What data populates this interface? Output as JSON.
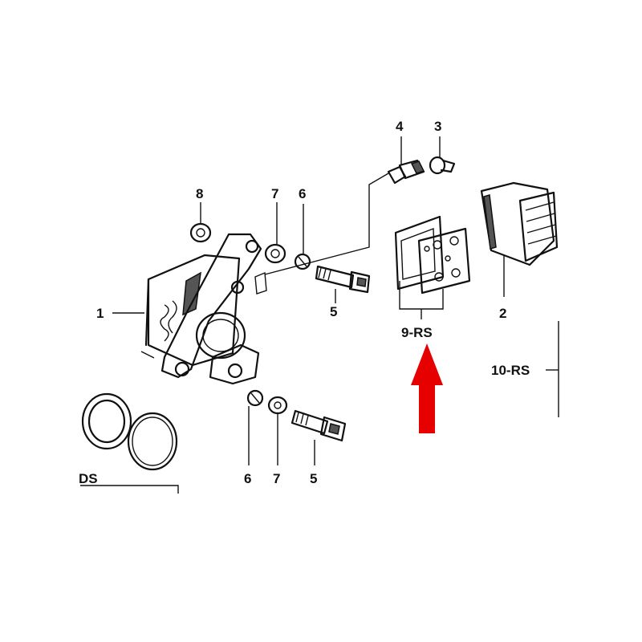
{
  "labels": {
    "part_1": "1",
    "part_2": "2",
    "part_3": "3",
    "part_4": "4",
    "part_5_top": "5",
    "part_5_bottom": "5",
    "part_6_top": "6",
    "part_6_bottom": "6",
    "part_7_top": "7",
    "part_7_bottom": "7",
    "part_8": "8",
    "kit_9": "9-RS",
    "kit_10": "10-RS",
    "kit_ds": "DS"
  },
  "colors": {
    "line": "#111111",
    "arrow": "#e60000",
    "background": "#ffffff"
  },
  "icons": {
    "highlight": "up-arrow-icon"
  }
}
